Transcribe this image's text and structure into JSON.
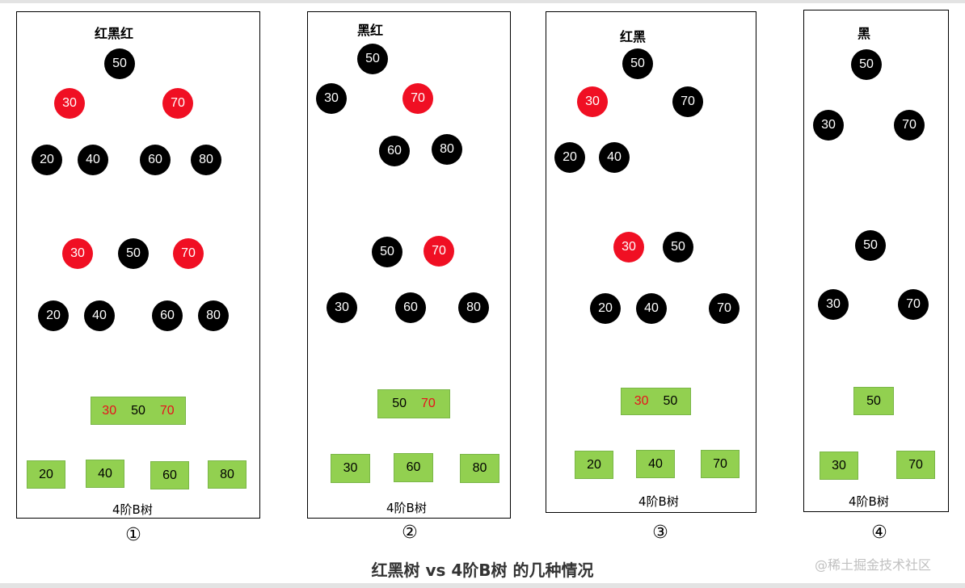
{
  "caption": "红黑树 vs 4阶B树 的几种情况",
  "watermark": "@稀土掘金技术社区",
  "btree_label": "4阶B树",
  "panels": [
    {
      "title": "红黑红",
      "number": "①",
      "top": {
        "root": "50",
        "left": "30",
        "right": "70",
        "ll": "20",
        "lr": "40",
        "rl": "60",
        "rr": "80"
      },
      "mid": {
        "center": "50",
        "left": "30",
        "right": "70",
        "ll": "20",
        "lr": "40",
        "rl": "60",
        "rr": "80"
      },
      "btree": {
        "keys": [
          "30",
          "50",
          "70"
        ],
        "children": [
          "20",
          "40",
          "60",
          "80"
        ]
      }
    },
    {
      "title": "黑红",
      "number": "②",
      "top": {
        "root": "50",
        "left": "30",
        "right": "70",
        "rl": "60",
        "rr": "80"
      },
      "mid": {
        "root": "50",
        "right": "70",
        "ll": "30",
        "rl": "60",
        "rr": "80"
      },
      "btree": {
        "keys": [
          "50",
          "70"
        ],
        "children": [
          "30",
          "60",
          "80"
        ]
      }
    },
    {
      "title": "红黑",
      "number": "③",
      "top": {
        "root": "50",
        "left": "30",
        "right": "70",
        "ll": "20",
        "lr": "40"
      },
      "mid": {
        "root": "50",
        "left": "30",
        "ll": "20",
        "lr": "40",
        "rr": "70"
      },
      "btree": {
        "keys": [
          "30",
          "50"
        ],
        "children": [
          "20",
          "40",
          "70"
        ]
      }
    },
    {
      "title": "黑",
      "number": "④",
      "top": {
        "root": "50",
        "left": "30",
        "right": "70"
      },
      "mid": {
        "root": "50",
        "left": "30",
        "right": "70"
      },
      "btree": {
        "keys": [
          "50"
        ],
        "children": [
          "30",
          "70"
        ]
      }
    }
  ],
  "colors": {
    "red_node": "#f00f23",
    "black_node": "#000000",
    "btree_fill": "#92d050",
    "down_arrow": "#4f81bd",
    "btree_edge": "#92d050"
  }
}
